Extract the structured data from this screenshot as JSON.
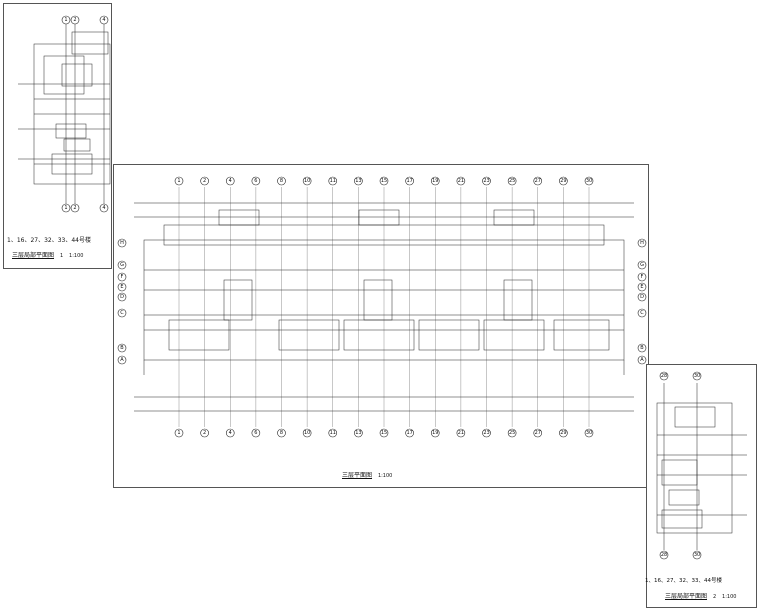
{
  "left_sheet": {
    "house_numbers": "1、16、27、32、33、44号楼",
    "title": "三层局部平面图",
    "scale_num": "1",
    "scale": "1:100",
    "top_axes": [
      "1",
      "2",
      "4"
    ],
    "bottom_axes": [
      "1",
      "2",
      "4"
    ]
  },
  "main_sheet": {
    "title": "三层平面图",
    "scale": "1:100",
    "top_axes": [
      "1",
      "2",
      "4",
      "6",
      "8",
      "10",
      "11",
      "13",
      "15",
      "17",
      "19",
      "21",
      "23",
      "25",
      "27",
      "29",
      "30"
    ],
    "bottom_axes": [
      "1",
      "2",
      "4",
      "6",
      "8",
      "10",
      "11",
      "13",
      "15",
      "17",
      "19",
      "21",
      "23",
      "25",
      "27",
      "29",
      "30"
    ],
    "side_axes": [
      "H",
      "G",
      "F",
      "E",
      "D",
      "C",
      "B",
      "A"
    ]
  },
  "right_sheet": {
    "house_numbers": "1、16、27、32、33、44号楼",
    "title": "三层局部平面图",
    "scale_num": "2",
    "scale": "1:100",
    "top_axes": [
      "28",
      "30"
    ],
    "bottom_axes": [
      "28",
      "30"
    ]
  },
  "colors": {
    "line": "#222222",
    "background": "#ffffff"
  }
}
